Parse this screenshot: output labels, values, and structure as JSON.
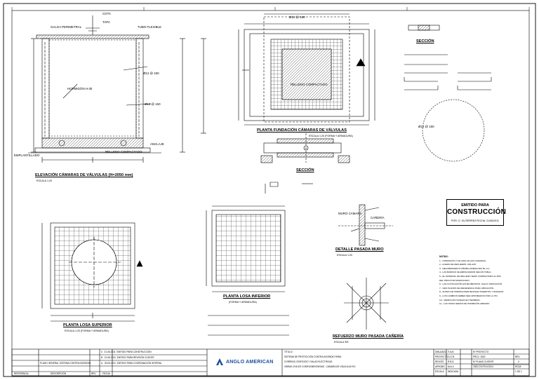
{
  "sheet": {
    "titles": {
      "elevation": "ELEVACIÓN CÁMARAS DE VÁLVULAS (H=2050 mm)",
      "elevation_scale": "ESCALA 1:20",
      "foundation": "PLANTA FUNDACIÓN CÁMARAS DE VÁLVULAS",
      "foundation_scale": "ESCALA 1:20     (FORMA Y ARMADURA)",
      "top_slab": "PLANTA LOSA SUPERIOR",
      "top_slab_scale": "ESCALA 1:20     (FORMA Y ARMADURA)",
      "bottom_slab": "PLANTA LOSA INFERIOR",
      "bottom_slab_scale": "(FORMA Y ARMADURA)",
      "section_a": "SECCIÓN",
      "section_b": "SECCIÓN",
      "wall_detail": "DETALLE PASADA MURO",
      "wall_detail_scale": "ESCALA 1:20",
      "reinforcement": "REFUERZO MURO PASADA CAÑERÍA",
      "reinforcement_scale": "ESCALA S/E"
    },
    "labels": {
      "tapa": "TAPA",
      "cota": "COTA",
      "hormigon": "HORMIGÓN H-30",
      "emplantillado": "EMPLANTILLADO",
      "relleno": "RELLENO COMPACTADO",
      "muro_camara": "MURO CÁMARA",
      "canerias": "CAÑERÍA",
      "emitido_1": "EMITIDO PARA",
      "emitido_2": "CONSTRUCCIÓN",
      "emitido_3": "POR: O. GUTIÉRREZ",
      "emitido_4": "FECHA: 21/06/2011",
      "anclaje": "ANCLAJE",
      "elev_note1": "GALGA PERIMETRAL",
      "elev_note2": "TUBO FLEXIBLE",
      "ref_bar": "Ø12 @ 150"
    },
    "notes": {
      "title": "NOTAS:",
      "items": [
        "1.- HORMIGÓN: H-30 (90% NC) EN CAMARAS.",
        "2.- ACERO DE REFUERZO: A63-42H.",
        "3.- RECUBRIMIENTO MÍNIMO ARMADURA 50 mm.",
        "4.- LAS BARRAS SE EMPALMARÁN SEGÚN TABLA.",
        "5.- EL MATERIAL DE RELLENO SERÁ COMPACTADO AL 95%",
        "    DEL PROCTOR MODIFICADO.",
        "6.- LAS COTAS ESTÁN EN MILÍMETROS, SALVO INDICACIÓN.",
        "7.- VER PLANOS DE REFERENCIA PARA UBICACIÓN.",
        "8.- ANTES DE HORMIGONAR REVISAR INSERTOS Y PASADAS.",
        "9.- LOS CAMBIOS DEBEN SER APROBADOS POR LA ITO.",
        "10.- VERIFICAR NIVELES EN TERRENO.",
        "11.- LAS TAPAS SERÁN DE HORMIGÓN ARMADO."
      ]
    },
    "titleblock": {
      "ref_header": "REFERENCIA",
      "desc_header": "DESCRIPCIÓN",
      "rev_header": "REV.",
      "fecha_header": "FECHA",
      "rev_rows": [
        {
          "rev": "0",
          "date": "21-06-2011",
          "desc": "EMITIDO PARA CONSTRUCCIÓN"
        },
        {
          "rev": "B",
          "date": "10-06-2011",
          "desc": "EMITIDO PARA REVISIÓN CLIENTE"
        },
        {
          "rev": "A",
          "date": "30-05-2011",
          "desc": "EMITIDO PARA COORDINACIÓN INTERNA"
        }
      ],
      "ref_rows": [
        "PLANO GENERAL SISTEMA CONTRA INCENDIO"
      ],
      "company": "ANGLO AMERICAN",
      "title_label": "TITULO:",
      "title_1": "SISTEMA DE PROTECCIÓN CONTRA INCENDIO PARA",
      "title_2": "CORREAS, EDIFICIOS Y SALAS ELÉCTRICAS",
      "title_3": "OBRAS CIVILES COMPLEMENTARIAS - CÁMARA DE VÁLVULAS Nº1",
      "sign_rows": [
        {
          "k": "DIBUJADO",
          "v": "F.A.M."
        },
        {
          "k": "PROYECTÓ",
          "v": "O.G.R."
        },
        {
          "k": "REVISÓ",
          "v": "R.B.S."
        },
        {
          "k": "APROBÓ",
          "v": "M.A.V."
        },
        {
          "k": "ESCALA",
          "v": "INDICADA"
        }
      ],
      "doc_label": "Nº PROYECTO",
      "doc_value": "PROJ. 1520",
      "client_label": "Nº PLANO CLIENTE",
      "client_value": "1520-CIV-PLN-0214",
      "rev_label": "REV.",
      "rev_value": "0",
      "hoja_label": "HOJA",
      "hoja_value": "1 DE 1"
    }
  }
}
